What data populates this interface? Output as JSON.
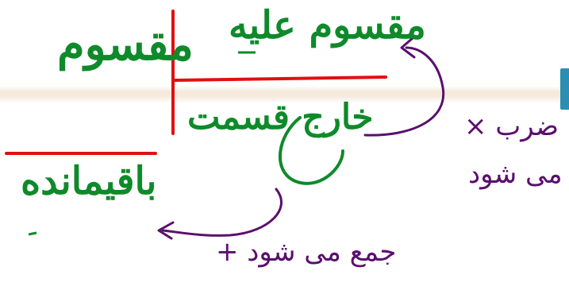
{
  "colors": {
    "green_ink": "#0f8a2a",
    "red_ink": "#e01010",
    "purple_ink": "#5a0f6e",
    "band": "#ecd6bc",
    "tab": "#2a8fb0"
  },
  "labels": {
    "dividend": "مقسوم",
    "divisor": "مقسوم علیه",
    "quotient": "خارج قسمت",
    "remainder": "باقیمانده",
    "multiply": "ضرب ×",
    "multiply_note": "می شود",
    "add": "جمع می شود +"
  }
}
